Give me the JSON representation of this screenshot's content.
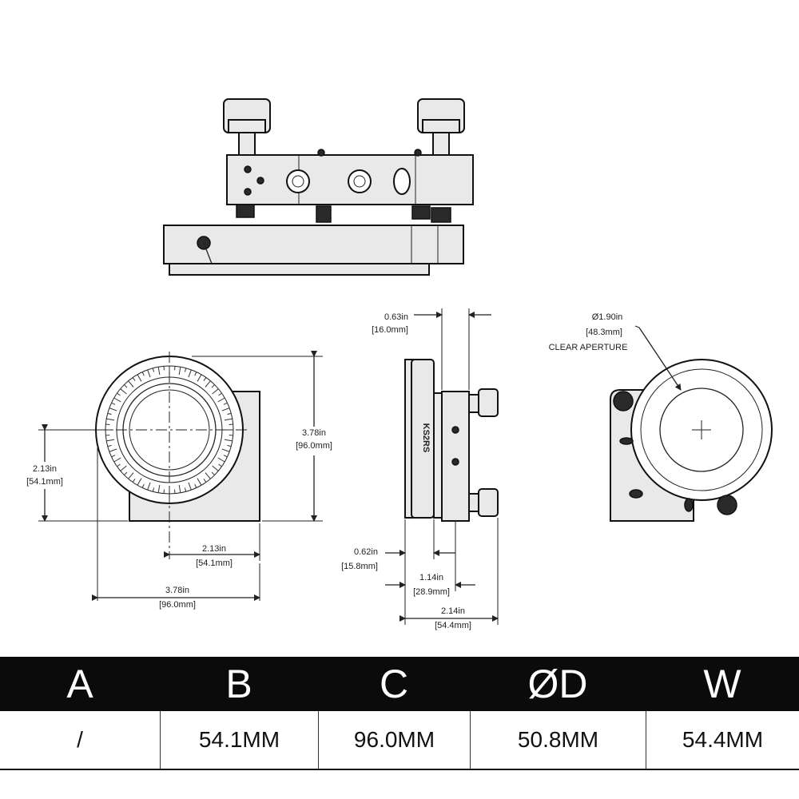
{
  "front_view": {
    "height_label_in": "3.78in",
    "height_label_mm": "[96.0mm]",
    "center_height_label_in": "2.13in",
    "center_height_label_mm": "[54.1mm]",
    "center_offset_label_in": "2.13in",
    "center_offset_label_mm": "[54.1mm]",
    "width_label_in": "3.78in",
    "width_label_mm": "[96.0mm]"
  },
  "side_view": {
    "top_label_in": "0.63in",
    "top_label_mm": "[16.0mm]",
    "base_label_in": "0.62in",
    "base_label_mm": "[15.8mm]",
    "mid_label_in": "1.14in",
    "mid_label_mm": "[28.9mm]",
    "depth_label_in": "2.14in",
    "depth_label_mm": "[54.4mm]",
    "engraving": "KS2RS"
  },
  "back_view": {
    "aperture_label_in": "Ø1.90in",
    "aperture_label_mm": "[48.3mm]",
    "aperture_caption": "CLEAR APERTURE"
  },
  "spec_table": {
    "headers": [
      "A",
      "B",
      "C",
      "ØD",
      "W"
    ],
    "values": [
      "/",
      "54.1MM",
      "96.0MM",
      "50.8MM",
      "54.4MM"
    ]
  },
  "colors": {
    "header_bg": "#0b0b0b",
    "header_text": "#ffffff",
    "line": "#222222"
  }
}
